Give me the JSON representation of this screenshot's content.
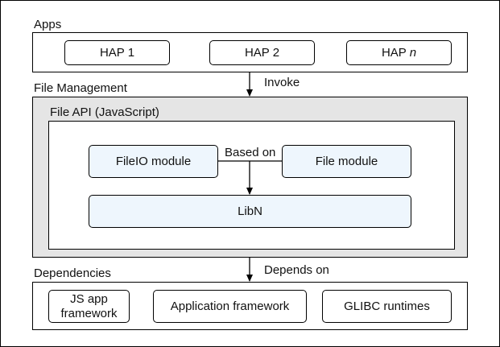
{
  "apps": {
    "label": "Apps",
    "items": [
      {
        "text": "HAP 1"
      },
      {
        "text": "HAP 2"
      },
      {
        "text": "HAP ",
        "italic_suffix": "n"
      }
    ]
  },
  "invoke_label": "Invoke",
  "file_management": {
    "label": "File Management",
    "file_api_label": "File API (JavaScript)",
    "fileio_module": "FileIO module",
    "file_module": "File module",
    "based_on_label": "Based on",
    "libn": "LibN"
  },
  "depends_on_label": "Depends on",
  "dependencies": {
    "label": "Dependencies",
    "items": [
      {
        "line1": "JS app",
        "line2": "framework"
      },
      {
        "text": "Application framework"
      },
      {
        "text": "GLIBC runtimes"
      }
    ]
  },
  "colors": {
    "panel_gray": "#e5e5e5",
    "module_fill": "#eef6fd",
    "border": "#000000"
  }
}
